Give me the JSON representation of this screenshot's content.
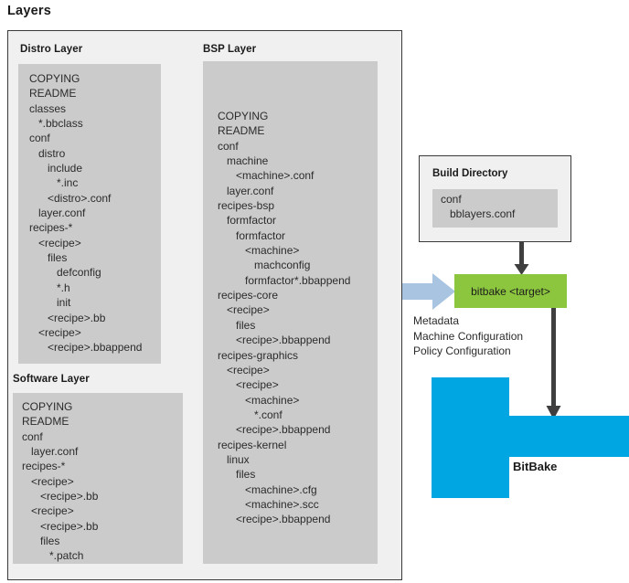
{
  "page": {
    "title": "Layers"
  },
  "layers": {
    "distro": {
      "title": "Distro Layer",
      "tree": "COPYING\nREADME\nclasses\n   *.bbclass\nconf\n   distro\n      include\n         *.inc\n      <distro>.conf\n   layer.conf\nrecipes-*\n   <recipe>\n      files\n         defconfig\n         *.h\n         init\n      <recipe>.bb\n   <recipe>\n      <recipe>.bbappend"
    },
    "software": {
      "title": "Software Layer",
      "tree": "COPYING\nREADME\nconf\n   layer.conf\nrecipes-*\n   <recipe>\n      <recipe>.bb\n   <recipe>\n      <recipe>.bb\n      files\n         *.patch"
    },
    "bsp": {
      "title": "BSP Layer",
      "tree": "COPYING\nREADME\nconf\n   machine\n      <machine>.conf\n   layer.conf\nrecipes-bsp\n   formfactor\n      formfactor\n         <machine>\n            machconfig\n         formfactor*.bbappend\nrecipes-core\n   <recipe>\n      files\n      <recipe>.bbappend\nrecipes-graphics\n   <recipe>\n      <recipe>\n         <machine>\n            *.conf\n      <recipe>.bbappend\nrecipes-kernel\n   linux\n      files\n         <machine>.cfg\n         <machine>.scc\n      <recipe>.bbappend"
    }
  },
  "build_directory": {
    "title": "Build Directory",
    "tree": "conf\n   bblayers.conf"
  },
  "bitbake_target": {
    "label": "bitbake <target>"
  },
  "metadata": {
    "line1": "Metadata",
    "line2": "Machine Configuration",
    "line3": "Policy Configuration"
  },
  "bitbake_block": {
    "label": "BitBake"
  },
  "colors": {
    "frame_border": "#3a3a3a",
    "panel_background": "#f0f0f0",
    "tree_background": "#cbcbcb",
    "bitbake_target_green": "#8cc63e",
    "bitbake_block_blue": "#00a6e2",
    "blue_arrow": "#a8c4e0",
    "dark_arrow": "#3f3f3f"
  }
}
